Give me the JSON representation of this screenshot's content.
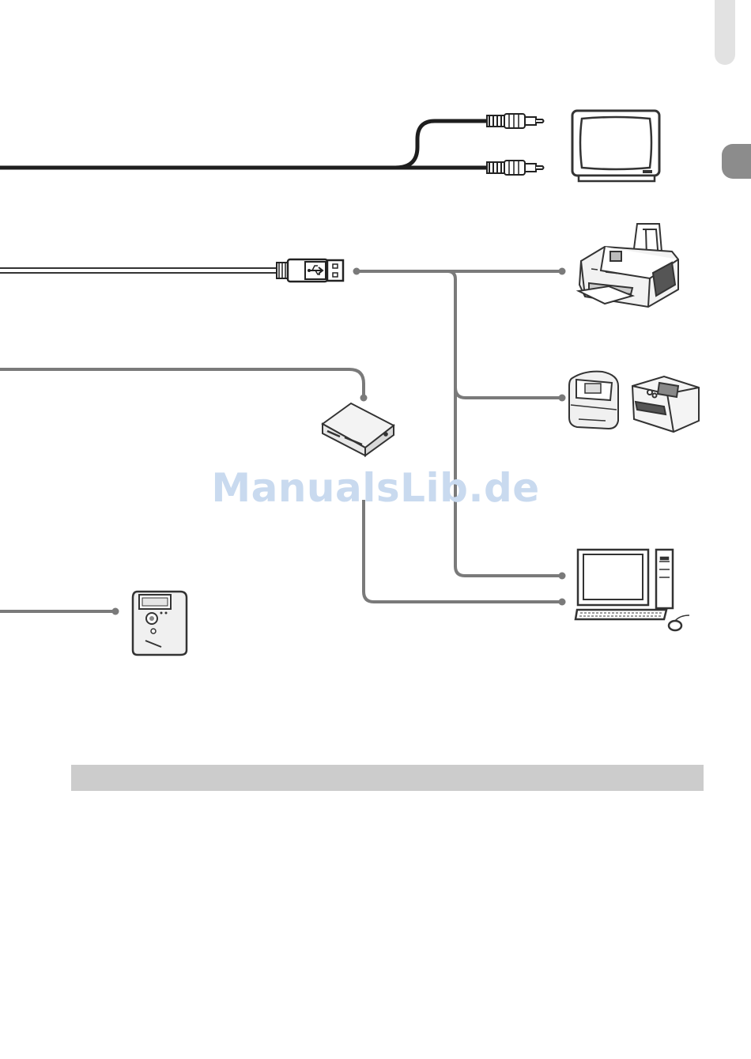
{
  "watermark": {
    "text": "ManualsLib.de",
    "color": "#c9daef"
  },
  "colors": {
    "cable_dark": "#1e1e1e",
    "line_gray": "#7a7a7a",
    "outline": "#333333",
    "band": "#cccccc"
  },
  "devices": [
    {
      "id": "tv",
      "icon": "tv-icon"
    },
    {
      "id": "inkjet-printer",
      "icon": "inkjet-printer-icon"
    },
    {
      "id": "photo-printers",
      "icon": "compact-photo-printers-icon"
    },
    {
      "id": "card-reader",
      "icon": "card-reader-icon"
    },
    {
      "id": "computer",
      "icon": "desktop-computer-icon"
    },
    {
      "id": "flash",
      "icon": "external-flash-icon"
    }
  ]
}
